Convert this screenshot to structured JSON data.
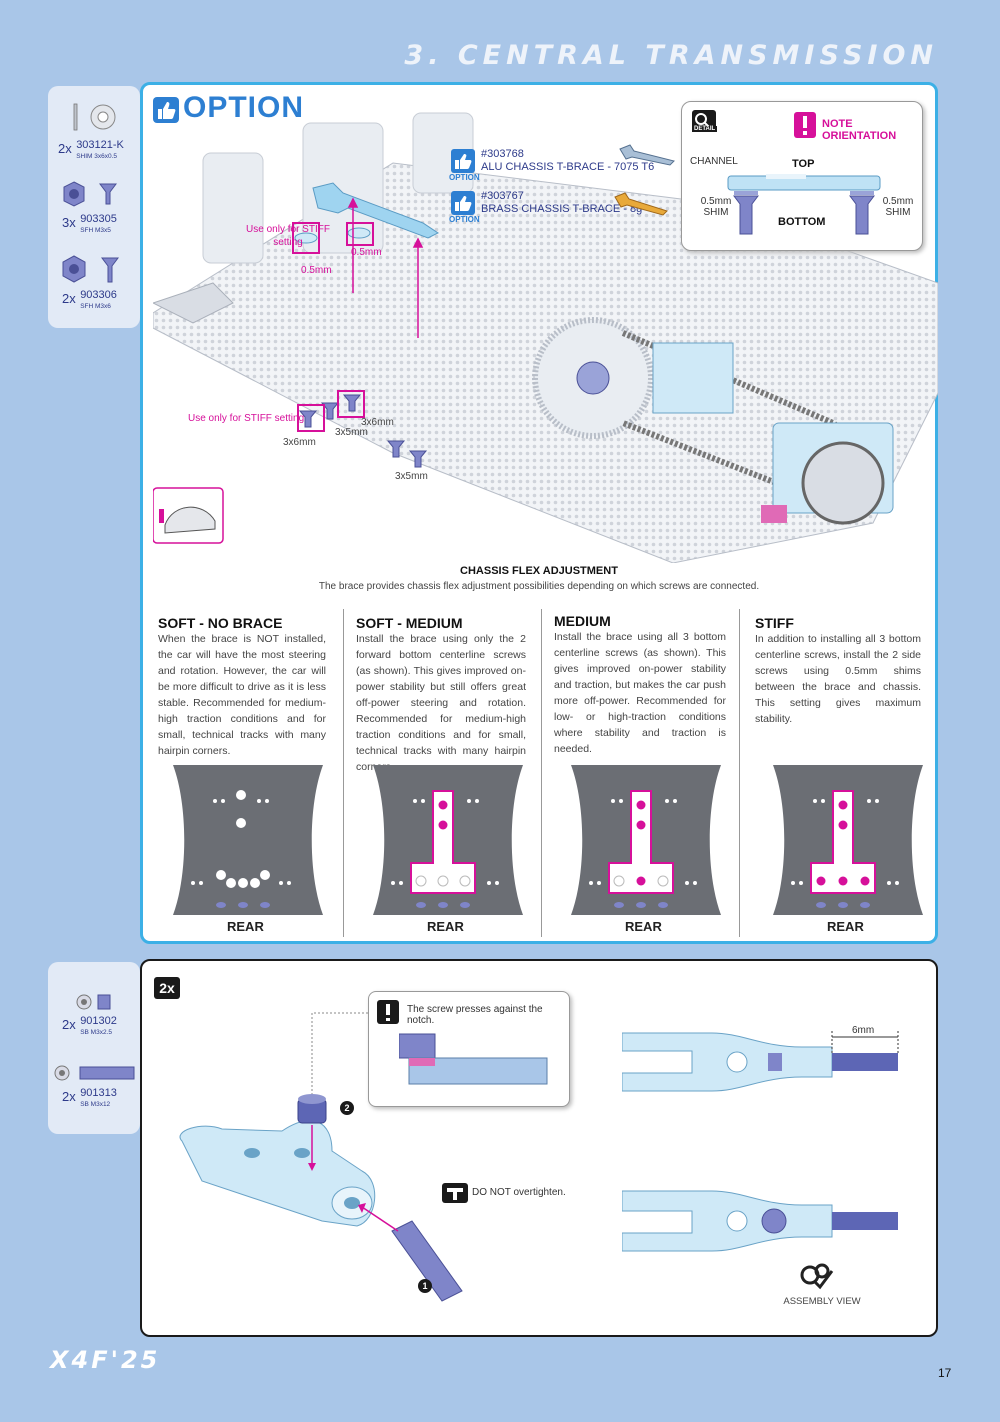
{
  "section_title": "3. CENTRAL TRANSMISSION",
  "option_label": "OPTION",
  "parts_top": [
    {
      "qty": "2x",
      "code": "303121-K",
      "desc": "SHIM 3x6x0.5"
    },
    {
      "qty": "3x",
      "code": "903305",
      "desc": "SFH M3x5"
    },
    {
      "qty": "2x",
      "code": "903306",
      "desc": "SFH M3x6"
    }
  ],
  "option_parts": [
    {
      "badge": "OPTION",
      "code": "#303768",
      "name": "ALU CHASSIS T-BRACE - 7075 T6"
    },
    {
      "badge": "OPTION",
      "code": "#303767",
      "name": "BRASS CHASSIS T-BRACE - 8g"
    }
  ],
  "detail": {
    "badge": "DETAIL",
    "note": "NOTE ORIENTATION",
    "channel": "CHANNEL",
    "top": "TOP",
    "bottom": "BOTTOM",
    "shim_left": "0.5mm SHIM",
    "shim_right": "0.5mm SHIM"
  },
  "callouts": {
    "stiff1": "Use only for STIFF setting",
    "shim1": "0.5mm",
    "shim2": "0.5mm",
    "stiff2": "Use only for STIFF setting",
    "s1": "3x6mm",
    "s2": "3x5mm",
    "s3": "3x6mm",
    "s4": "3x5mm"
  },
  "flex": {
    "title": "CHASSIS FLEX ADJUSTMENT",
    "subtitle": "The brace provides chassis flex adjustment possibilities depending on which screws are connected."
  },
  "settings": [
    {
      "title": "SOFT - NO BRACE",
      "text": "When the brace is NOT installed, the car will have the most steering and rotation. However, the car will be more difficult to drive as it is less stable. Recommended for medium-high traction conditions and for small, technical tracks with many hairpin corners."
    },
    {
      "title": "SOFT - MEDIUM",
      "text": "Install the brace using only the 2 forward bottom centerline screws (as shown). This gives improved on-power stability but still offers great off-power steering and rotation. Recommended for medium-high traction conditions and for small, technical tracks with many hairpin corners."
    },
    {
      "title": "MEDIUM",
      "text": "Install the brace using all 3 bottom centerline screws (as shown). This gives improved on-power stability and traction, but makes the car push more off-power. Recommended for low- or high-traction conditions where stability and traction is needed."
    },
    {
      "title": "STIFF",
      "text": "In addition to installing all 3 bottom centerline screws, install the 2 side screws using 0.5mm shims between the brace and chassis. This setting gives maximum stability."
    }
  ],
  "rear_label": "REAR",
  "parts_bottom": [
    {
      "qty": "2x",
      "code": "901302",
      "desc": "SB M3x2.5"
    },
    {
      "qty": "2x",
      "code": "901313",
      "desc": "SB M3x12"
    }
  ],
  "step2": {
    "multiplier": "2x",
    "note": "The screw presses against the notch.",
    "warning": "DO NOT overtighten.",
    "dim": "6mm",
    "step1": "1",
    "step2": "2",
    "assembly": "ASSEMBLY VIEW"
  },
  "footer": {
    "model": "X4F'25",
    "page": "17"
  },
  "colors": {
    "accent": "#3cb0e6",
    "magenta": "#d6109a",
    "navy": "#2d3a8a",
    "part": "#7f85c9"
  }
}
